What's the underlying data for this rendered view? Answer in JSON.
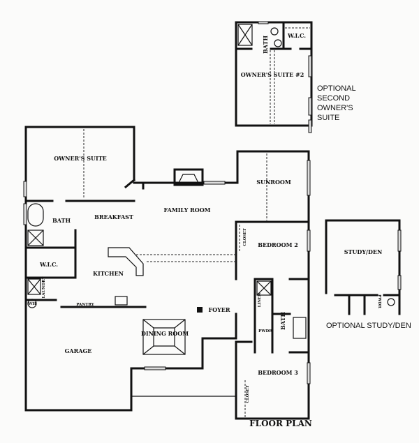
{
  "title": "FLOOR PLAN",
  "rooms": {
    "owners_suite": "OWNER'S SUITE",
    "bath_owner": "BATH",
    "breakfast": "BREAKFAST",
    "family_room": "FAMILY ROOM",
    "sunroom": "SUNROOM",
    "bedroom2": "BEDROOM 2",
    "closet2": "CLOSET",
    "wic": "W.I.C.",
    "kitchen": "KITCHEN",
    "laundry": "LAUNDRY",
    "wh": "WH",
    "pantry": "PANTRY",
    "linen": "LINEN",
    "pwdr": "PWDR",
    "bath_hall": "BATH",
    "foyer": "FOYER",
    "dining_room": "DINING ROOM",
    "garage": "GARAGE",
    "bedroom3": "BEDROOM 3",
    "closet3": "CLOSET"
  },
  "optional_study": {
    "room": "STUDY/DEN",
    "pwdr": "PWDR",
    "caption": "OPTIONAL STUDY/DEN"
  },
  "optional_suite": {
    "room": "OWNER'S SUITE #2",
    "bath": "BATH",
    "wic": "W.I.C.",
    "caption": [
      "OPTIONAL",
      "SECOND",
      "OWNER'S",
      "SUITE"
    ]
  }
}
